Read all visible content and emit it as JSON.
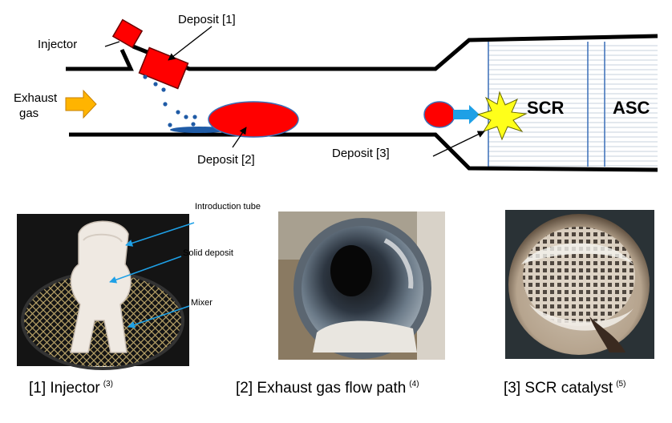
{
  "diagram": {
    "labels": {
      "injector": "Injector",
      "deposit1": "Deposit [1]",
      "deposit2": "Deposit [2]",
      "deposit3": "Deposit [3]",
      "exhaust_line1": "Exhaust",
      "exhaust_line2": "gas",
      "scr": "SCR",
      "asc": "ASC"
    },
    "colors": {
      "deposit_red": "#ff0000",
      "arrow_orange": "#ffb400",
      "arrow_blue": "#1ea0e6",
      "droplet_blue": "#1f5ba6",
      "burst_yellow": "#ffff1a",
      "catalyst_line": "#3a6fb8"
    }
  },
  "photos": {
    "injector": {
      "annotations": [
        "Introduction tube",
        "Solid deposit",
        "Mixer"
      ],
      "caption": "[1] Injector",
      "ref": "(3)"
    },
    "flow_path": {
      "caption": "[2] Exhaust gas flow path",
      "ref": "(4)"
    },
    "scr": {
      "caption": "[3] SCR catalyst",
      "ref": "(5)"
    }
  }
}
